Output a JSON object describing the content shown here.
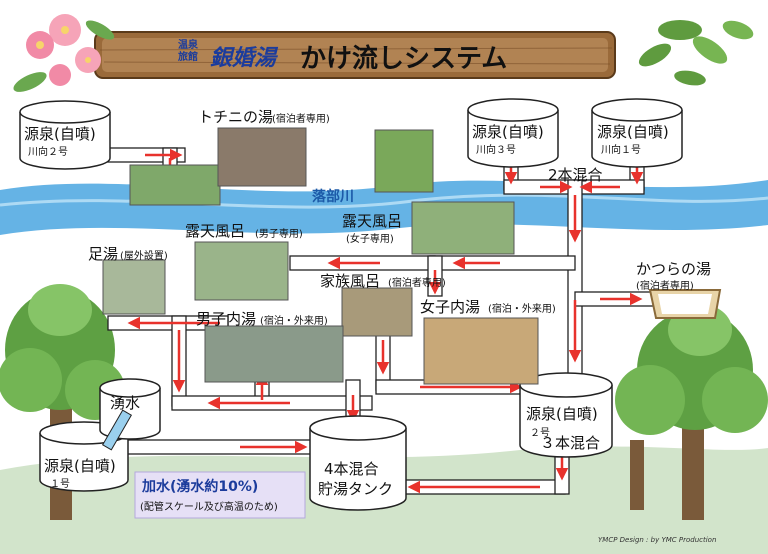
{
  "title": {
    "small_top": "温泉",
    "small_bottom": "旅館",
    "small_top2": "",
    "brand": "銀婚湯",
    "main": "かけ流しシステム"
  },
  "tanks": {
    "kawamuki2": {
      "name": "源泉(自噴)",
      "sub": "川向２号"
    },
    "kawamuki3": {
      "name": "源泉(自噴)",
      "sub": "川向３号"
    },
    "kawamuki1": {
      "name": "源泉(自噴)",
      "sub": "川向１号"
    },
    "gensen1": {
      "name": "源泉(自噴)",
      "sub": "１号"
    },
    "gensen2": {
      "name": "源泉(自噴)",
      "sub": "２号",
      "mix": "３本混合"
    },
    "storage": {
      "line1": "4本混合",
      "line2": "貯湯タンク"
    },
    "spring": {
      "name": "湧水"
    }
  },
  "labels": {
    "tochini": "トチニの湯",
    "tochini_note": "(宿泊者専用)",
    "river": "落部川",
    "mix2": "2本混合",
    "katsura": "かつらの湯",
    "katsura_note": "(宿泊者専用)",
    "roten_men": "露天風呂",
    "roten_men_note": "(男子専用)",
    "roten_women": "露天風呂",
    "roten_women_note": "(女子専用)",
    "ashiyu": "足湯",
    "ashiyu_note": "(屋外設置)",
    "family": "家族風呂",
    "family_note": "(宿泊者専用)",
    "women_inner": "女子内湯",
    "women_inner_note": "(宿泊・外来用)",
    "men_inner": "男子内湯",
    "men_inner_note": "(宿泊・外来用)",
    "water_add": "加水(湧水約10%)",
    "water_add_note": "(配管スケール及び高温のため)",
    "credit": "YMCP Design : by YMC Production"
  },
  "colors": {
    "arrow": "#e8322c",
    "pipe_fill": "#ffffff",
    "pipe_stroke": "#222222",
    "river": "#4aa6e0",
    "banner": "#9a6a3a",
    "title_text": "#1c3c9c"
  }
}
